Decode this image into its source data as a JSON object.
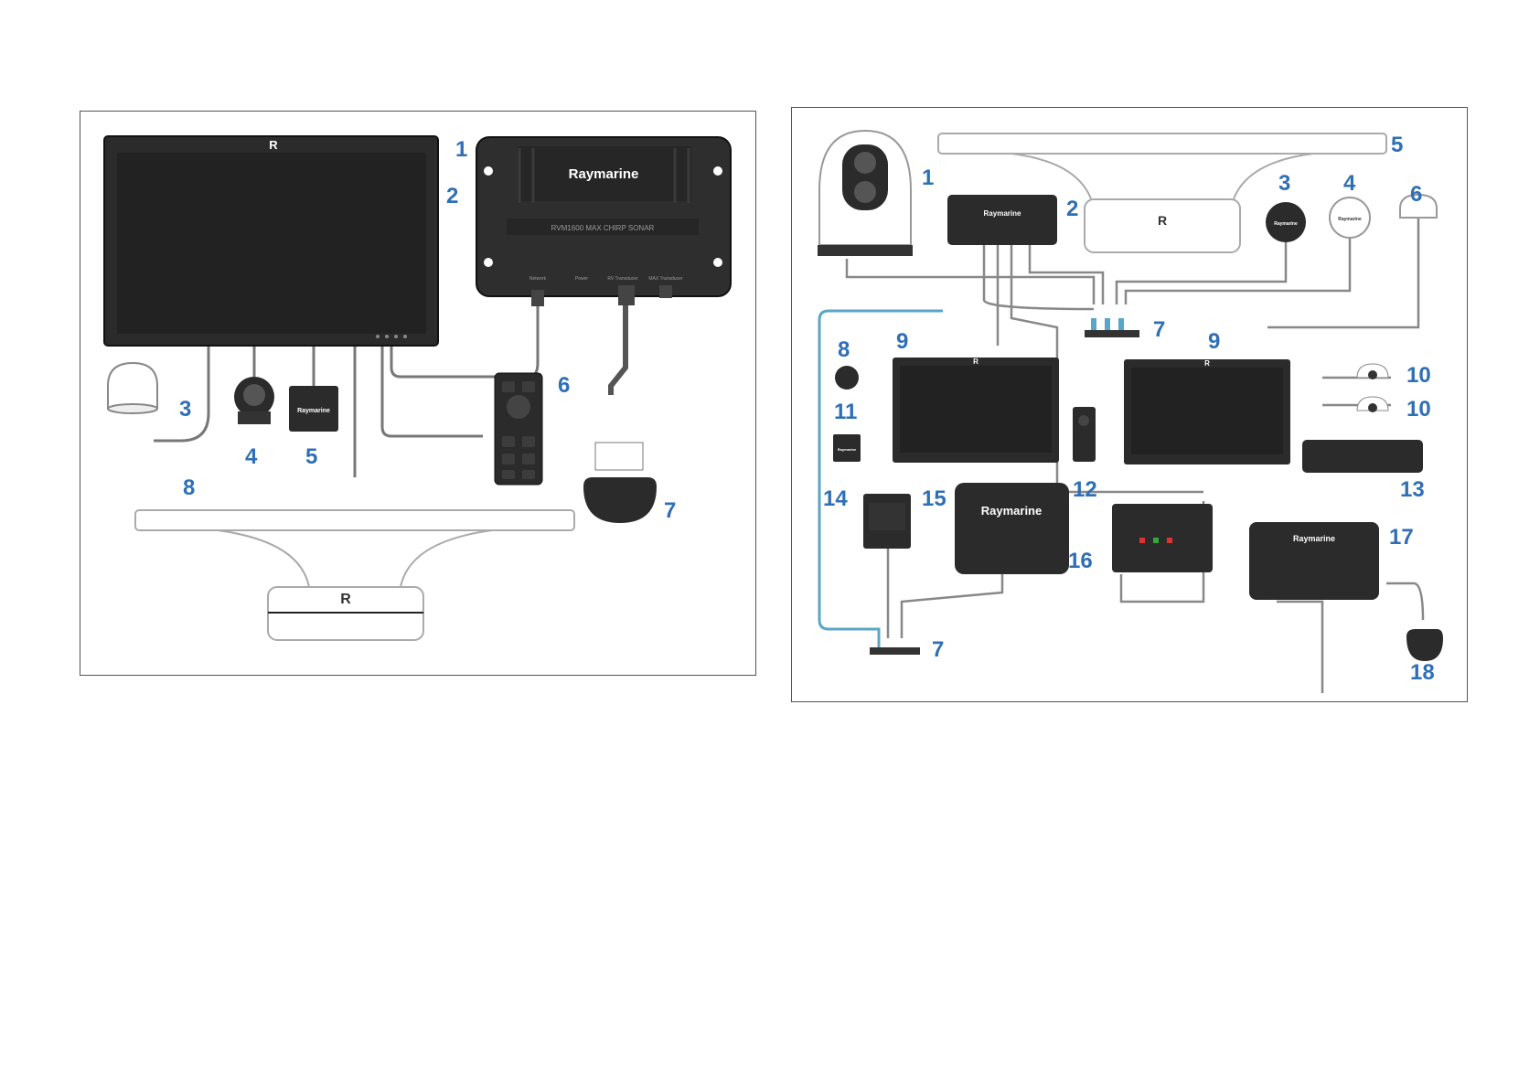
{
  "brand": "Raymarine",
  "logo_mark": "R",
  "sonar_module_label": "RVM1600 MAX CHIRP SONAR",
  "sonar_ports": [
    "Network",
    "Power",
    "RV Transducer",
    "MAX Transducer"
  ],
  "left_diagram": {
    "callouts": [
      "1",
      "2",
      "3",
      "4",
      "5",
      "6",
      "7",
      "8"
    ]
  },
  "right_diagram": {
    "callouts": [
      "1",
      "2",
      "3",
      "4",
      "5",
      "6",
      "7",
      "7",
      "8",
      "9",
      "9",
      "10",
      "10",
      "11",
      "12",
      "13",
      "14",
      "15",
      "16",
      "17",
      "18"
    ]
  },
  "colors": {
    "callout": "#2f6fb5",
    "device_body": "#2b2b2b",
    "screen": "#232323",
    "cable": "#888888",
    "network_cable": "#5aa6c8"
  }
}
